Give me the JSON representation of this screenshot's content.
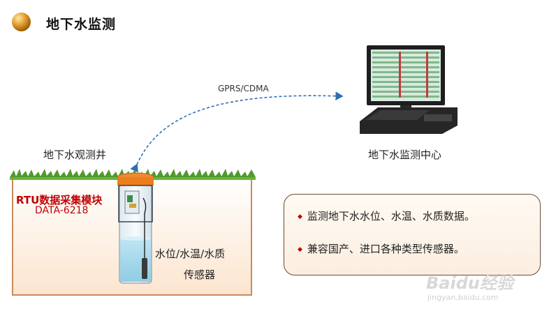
{
  "header": {
    "title": "地下水监测"
  },
  "diagram": {
    "link_label": "GPRS/CDMA",
    "well_label": "地下水观测井",
    "center_label": "地下水监测中心",
    "rtu_title": "RTU数据采集模块",
    "rtu_model": "DATA-6218",
    "sensor_line1": "水位/水温/水质",
    "sensor_line2": "传感器"
  },
  "info": {
    "items": [
      "监测地下水水位、水温、水质数据。",
      "兼容国产、进口各种类型传感器。"
    ]
  },
  "watermark": {
    "brand": "Baidu经验",
    "url": "jingyan.baidu.com"
  }
}
